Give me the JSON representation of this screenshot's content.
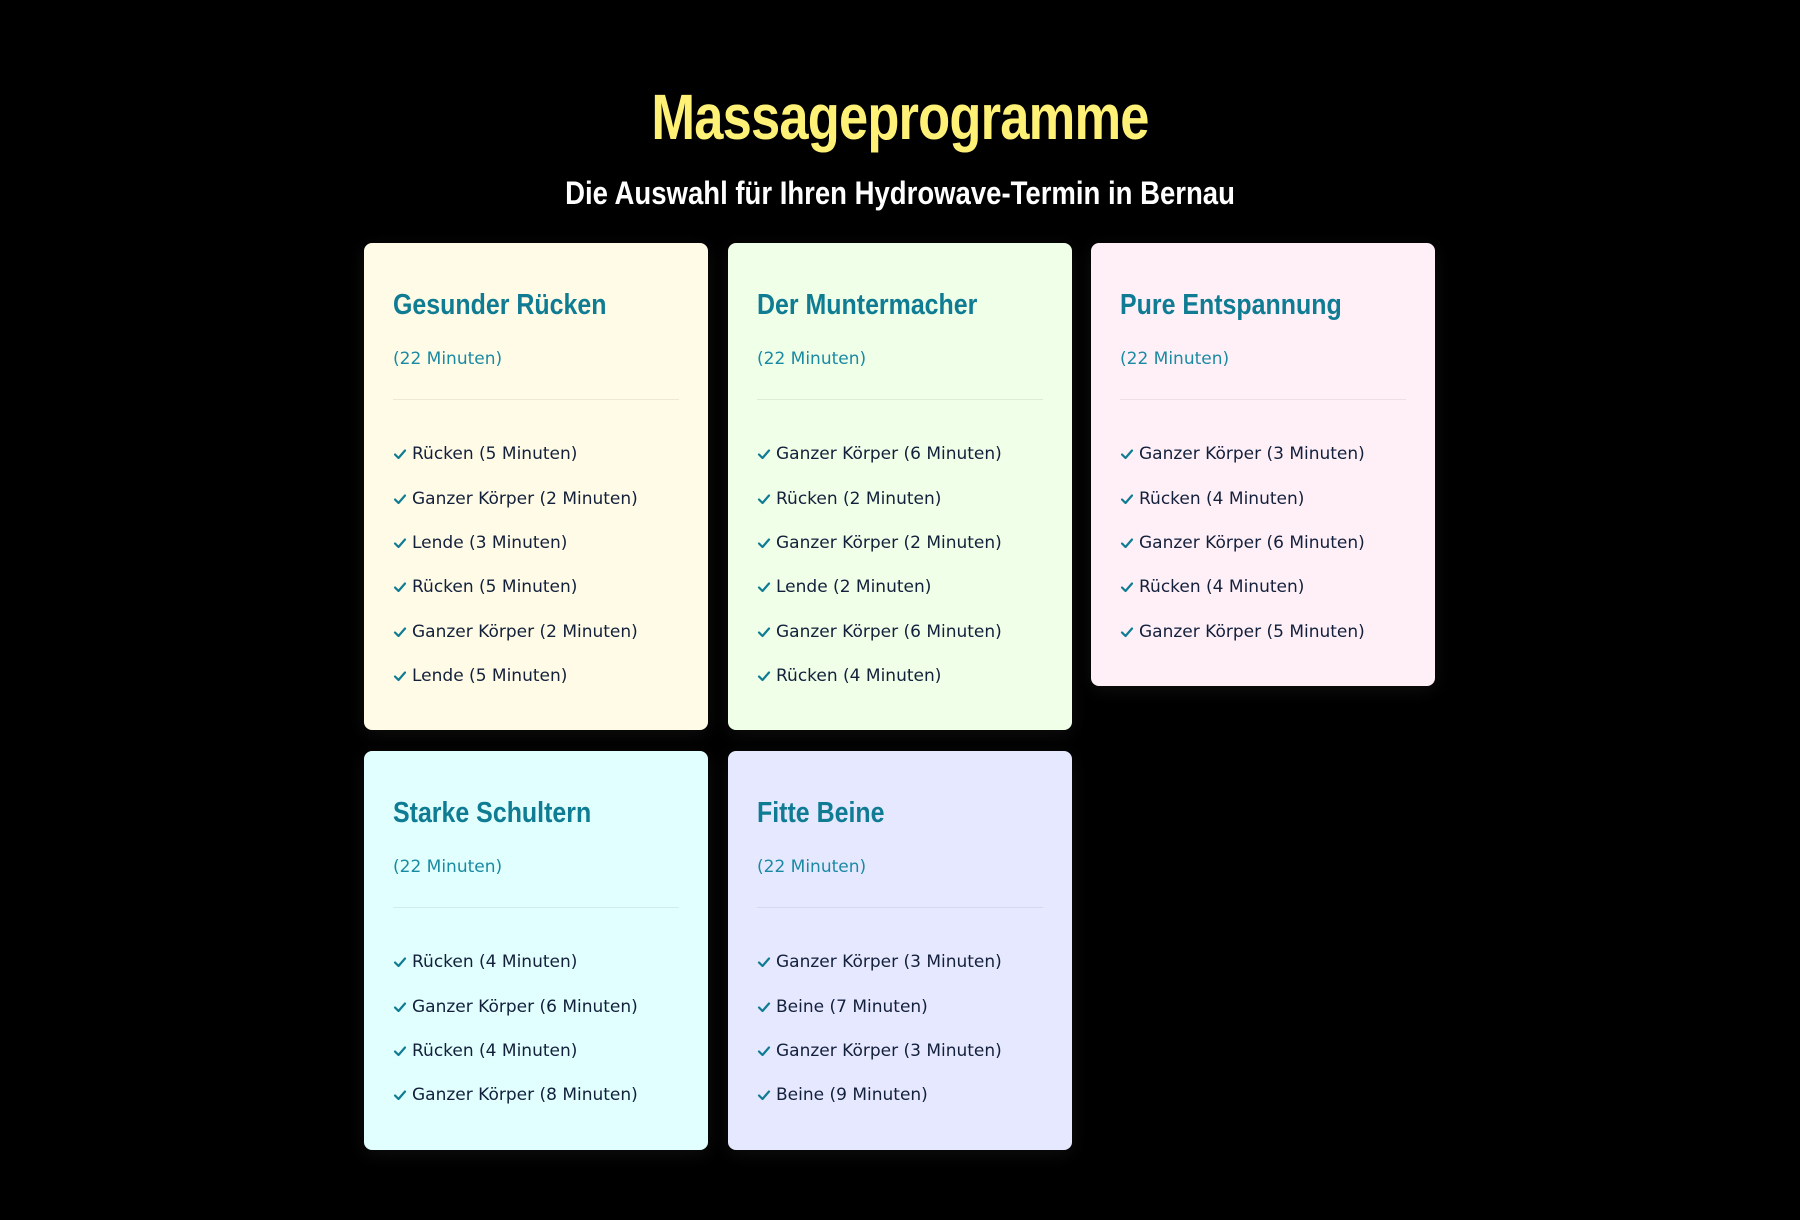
{
  "header": {
    "title": "Massageprogramme",
    "subtitle": "Die Auswahl für Ihren Hydrowave-Termin in Bernau"
  },
  "colors": {
    "background": "#000000",
    "title": "#fff176",
    "card_title": "#0f7c93",
    "check": "#0f7c93"
  },
  "programs": [
    {
      "title": "Gesunder Rücken",
      "duration": "(22 Minuten)",
      "background": "#fffbe6",
      "steps": [
        "Rücken (5 Minuten)",
        "Ganzer Körper (2 Minuten)",
        "Lende (3 Minuten)",
        "Rücken (5 Minuten)",
        "Ganzer Körper (2 Minuten)",
        "Lende (5 Minuten)"
      ]
    },
    {
      "title": "Der Muntermacher",
      "duration": "(22 Minuten)",
      "background": "#f0ffe8",
      "steps": [
        "Ganzer Körper (6 Minuten)",
        "Rücken (2 Minuten)",
        "Ganzer Körper (2 Minuten)",
        "Lende (2 Minuten)",
        "Ganzer Körper (6 Minuten)",
        "Rücken (4 Minuten)"
      ]
    },
    {
      "title": "Pure Entspannung",
      "duration": "(22 Minuten)",
      "background": "#fff0f8",
      "steps": [
        "Ganzer Körper (3 Minuten)",
        "Rücken (4 Minuten)",
        "Ganzer Körper (6 Minuten)",
        "Rücken (4 Minuten)",
        "Ganzer Körper (5 Minuten)"
      ]
    },
    {
      "title": "Starke Schultern",
      "duration": "(22 Minuten)",
      "background": "#e0fffe",
      "steps": [
        "Rücken (4 Minuten)",
        "Ganzer Körper (6 Minuten)",
        "Rücken (4 Minuten)",
        "Ganzer Körper (8 Minuten)"
      ]
    },
    {
      "title": "Fitte Beine",
      "duration": "(22 Minuten)",
      "background": "#e6e8ff",
      "steps": [
        "Ganzer Körper (3 Minuten)",
        "Beine (7 Minuten)",
        "Ganzer Körper (3 Minuten)",
        "Beine (9 Minuten)"
      ]
    }
  ]
}
